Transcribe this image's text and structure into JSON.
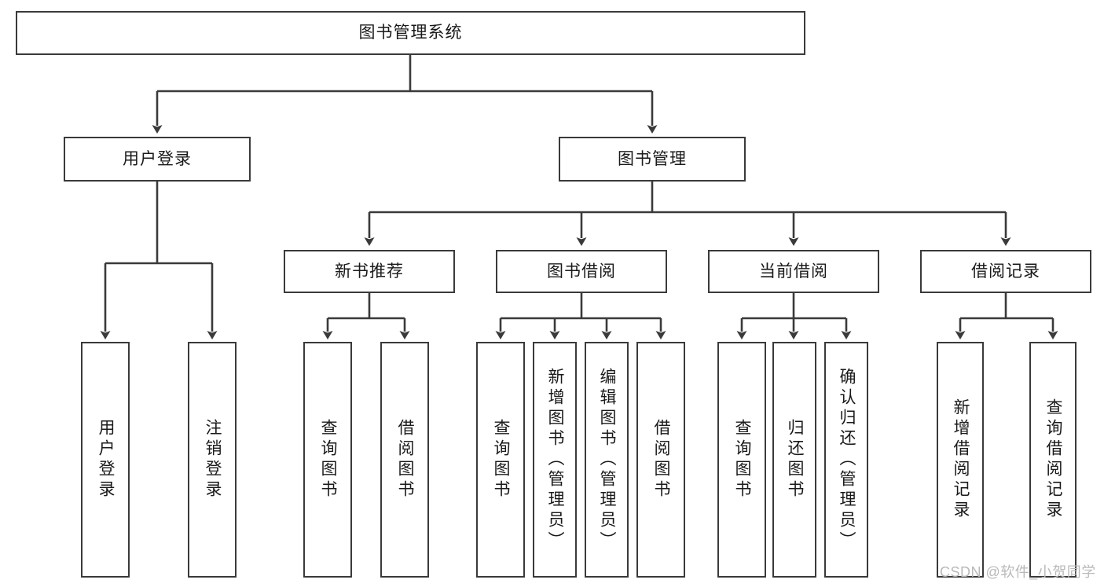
{
  "diagram": {
    "title": "图书管理系统",
    "type": "hierarchy-tree",
    "watermark": "CSDN @软件_小贺同学",
    "colors": {
      "box_border": "#3a3a3a",
      "box_fill": "#ffffff",
      "connector": "#3a3a3a",
      "text": "#1a1a1a",
      "watermark": "#b9b9b9"
    },
    "nodes": {
      "root": {
        "label": "图书管理系统",
        "level": 0
      },
      "level1": [
        {
          "id": "user-login",
          "label": "用户登录"
        },
        {
          "id": "book-manage",
          "label": "图书管理"
        }
      ],
      "level2": [
        {
          "id": "new-book-recommend",
          "label": "新书推荐"
        },
        {
          "id": "book-borrow",
          "label": "图书借阅"
        },
        {
          "id": "current-borrow",
          "label": "当前借阅"
        },
        {
          "id": "borrow-record",
          "label": "借阅记录"
        }
      ],
      "leaves": {
        "user_login": [
          {
            "id": "leaf-user-login",
            "label": "用户登录"
          },
          {
            "id": "leaf-logout-login",
            "label": "注销登录"
          }
        ],
        "new_book_recommend": [
          {
            "id": "leaf-query-book-1",
            "label": "查询图书"
          },
          {
            "id": "leaf-borrow-book-1",
            "label": "借阅图书"
          }
        ],
        "book_borrow": [
          {
            "id": "leaf-query-book-2",
            "label": "查询图书"
          },
          {
            "id": "leaf-add-book",
            "label": "新增图书（管理员）"
          },
          {
            "id": "leaf-edit-book",
            "label": "编辑图书（管理员）"
          },
          {
            "id": "leaf-borrow-book-2",
            "label": "借阅图书"
          }
        ],
        "current_borrow": [
          {
            "id": "leaf-query-book-3",
            "label": "查询图书"
          },
          {
            "id": "leaf-return-book",
            "label": "归还图书"
          },
          {
            "id": "leaf-confirm-return",
            "label": "确认归还（管理员）"
          }
        ],
        "borrow_record": [
          {
            "id": "leaf-add-record",
            "label": "新增借阅记录"
          },
          {
            "id": "leaf-query-record",
            "label": "查询借阅记录"
          }
        ]
      }
    }
  }
}
